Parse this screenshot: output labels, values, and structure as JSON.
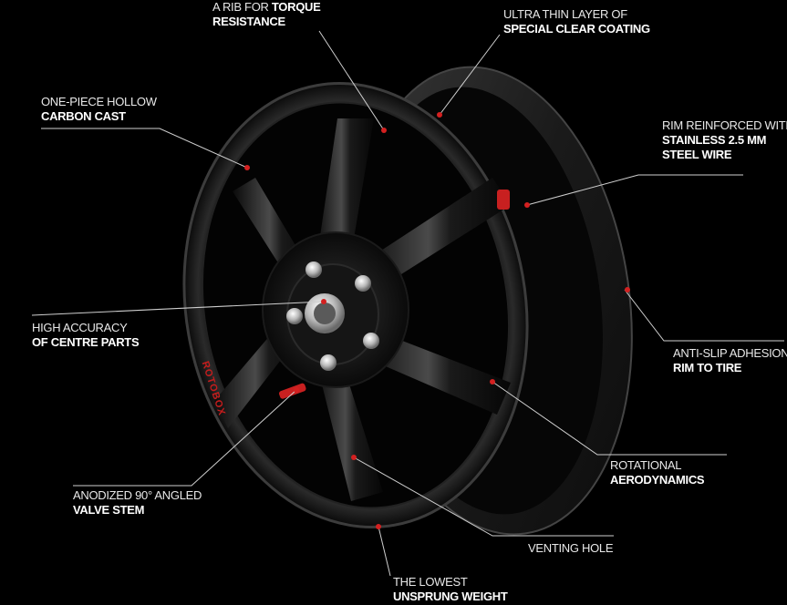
{
  "labels": {
    "torque": {
      "line1": "A RIB FOR",
      "line2": "TORQUE RESISTANCE",
      "line2a": "TORQUE",
      "line2b": "RESISTANCE"
    },
    "coating": {
      "line1": "ULTRA THIN LAYER OF",
      "line2": "SPECIAL CLEAR COATING"
    },
    "carbon": {
      "line1": "ONE-PIECE HOLLOW",
      "line2": "CARBON CAST"
    },
    "rim": {
      "line1": "RIM REINFORCED WITH",
      "line2a": "STAINLESS 2.5 mm",
      "line2b": "STEEL WIRE"
    },
    "centre": {
      "line1": "HIGH ACCURACY",
      "line2": "OF CENTRE PARTS"
    },
    "adhesion": {
      "line1": "ANTI-SLIP ADHESION",
      "line2": "RIM TO TIRE"
    },
    "aero": {
      "line1": "ROTATIONAL",
      "line2": "AERODYNAMICS"
    },
    "valve": {
      "line1": "ANODIZED 90° ANGLED",
      "line2": "VALVE STEM"
    },
    "venting": {
      "line1": "VENTING HOLE"
    },
    "weight": {
      "line1": "THE LOWEST",
      "line2": "UNSPRUNG WEIGHT"
    }
  },
  "brand_text": "ROTOBOX",
  "colors": {
    "background": "#000000",
    "text": "#e8e8e8",
    "accent": "#d42020",
    "leader": "#cfcfcf"
  }
}
